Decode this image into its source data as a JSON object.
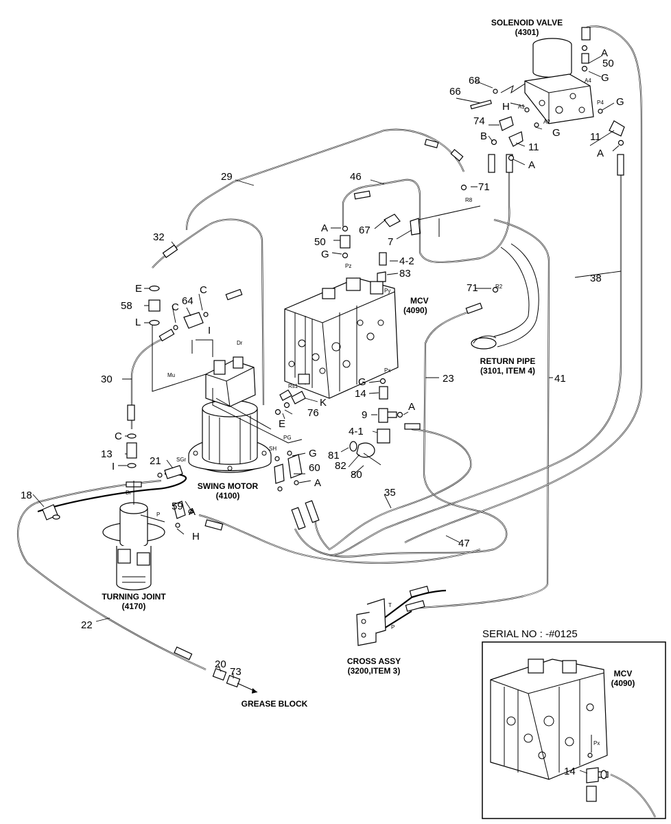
{
  "components": {
    "solenoid_valve": {
      "name": "SOLENOID VALVE",
      "code": "(4301)"
    },
    "mcv": {
      "name": "MCV",
      "code": "(4090)"
    },
    "return_pipe": {
      "name": "RETURN PIPE",
      "code": "(3101, ITEM 4)"
    },
    "swing_motor": {
      "name": "SWING MOTOR",
      "code": "(4100)"
    },
    "turning_joint": {
      "name": "TURNING JOINT",
      "code": "(4170)"
    },
    "cross_assy": {
      "name": "CROSS ASSY",
      "code": "(3200,ITEM 3)"
    },
    "grease_block": {
      "name": "GREASE BLOCK"
    }
  },
  "inset": {
    "title": "SERIAL NO : -#0125",
    "mcv_name": "MCV",
    "mcv_code": "(4090)",
    "port_px": "Px",
    "callout_14": "14"
  },
  "ports": {
    "a1": "A1",
    "a2": "A2",
    "a4": "A4",
    "p4": "P4",
    "r8": "R8",
    "r2": "R2",
    "pz": "Pz",
    "py": "Py",
    "px": "Px",
    "dr_motor": "Dr",
    "mu": "Mu",
    "rs1": "Rs1",
    "pg": "PG",
    "sh": "SH",
    "sgr": "SGr",
    "dr_joint": "Dr",
    "p_joint": "P",
    "t_cross": "T",
    "p_cross": "P"
  },
  "callouts": {
    "n4_1": "4-1",
    "n4_2": "4-2",
    "n7": "7",
    "n9": "9",
    "n11a": "11",
    "n11b": "11",
    "n13": "13",
    "n14": "14",
    "n18": "18",
    "n20": "20",
    "n21": "21",
    "n22": "22",
    "n23": "23",
    "n29": "29",
    "n30": "30",
    "n32": "32",
    "n35": "35",
    "n38": "38",
    "n41": "41",
    "n46": "46",
    "n47": "47",
    "n50a": "50",
    "n50b": "50",
    "n58": "58",
    "n59": "59",
    "n60": "60",
    "n64": "64",
    "n66": "66",
    "n67": "67",
    "n68": "68",
    "n71a": "71",
    "n71b": "71",
    "n73": "73",
    "n74": "74",
    "n76": "76",
    "n80": "80",
    "n81": "81",
    "n82": "82",
    "n83": "83"
  },
  "letters": {
    "a_sol_top": "A",
    "g_sol_top": "G",
    "g_sol_right": "G",
    "h_sol": "H",
    "g_sol_mid": "G",
    "b_sol": "B",
    "a_sol_mid": "A",
    "a_sol_right": "A",
    "a_mcv_top": "A",
    "g_mcv_top": "G",
    "g_mcv_px": "G",
    "a_mcv_px": "A",
    "k_mcv": "K",
    "e_mcv": "E",
    "e_left": "E",
    "c_left": "C",
    "c_mid": "C",
    "l_left": "L",
    "i_mid": "I",
    "c_low": "C",
    "i_low": "I",
    "g_motor": "G",
    "a_motor": "A",
    "a_59": "A",
    "h_low": "H"
  }
}
